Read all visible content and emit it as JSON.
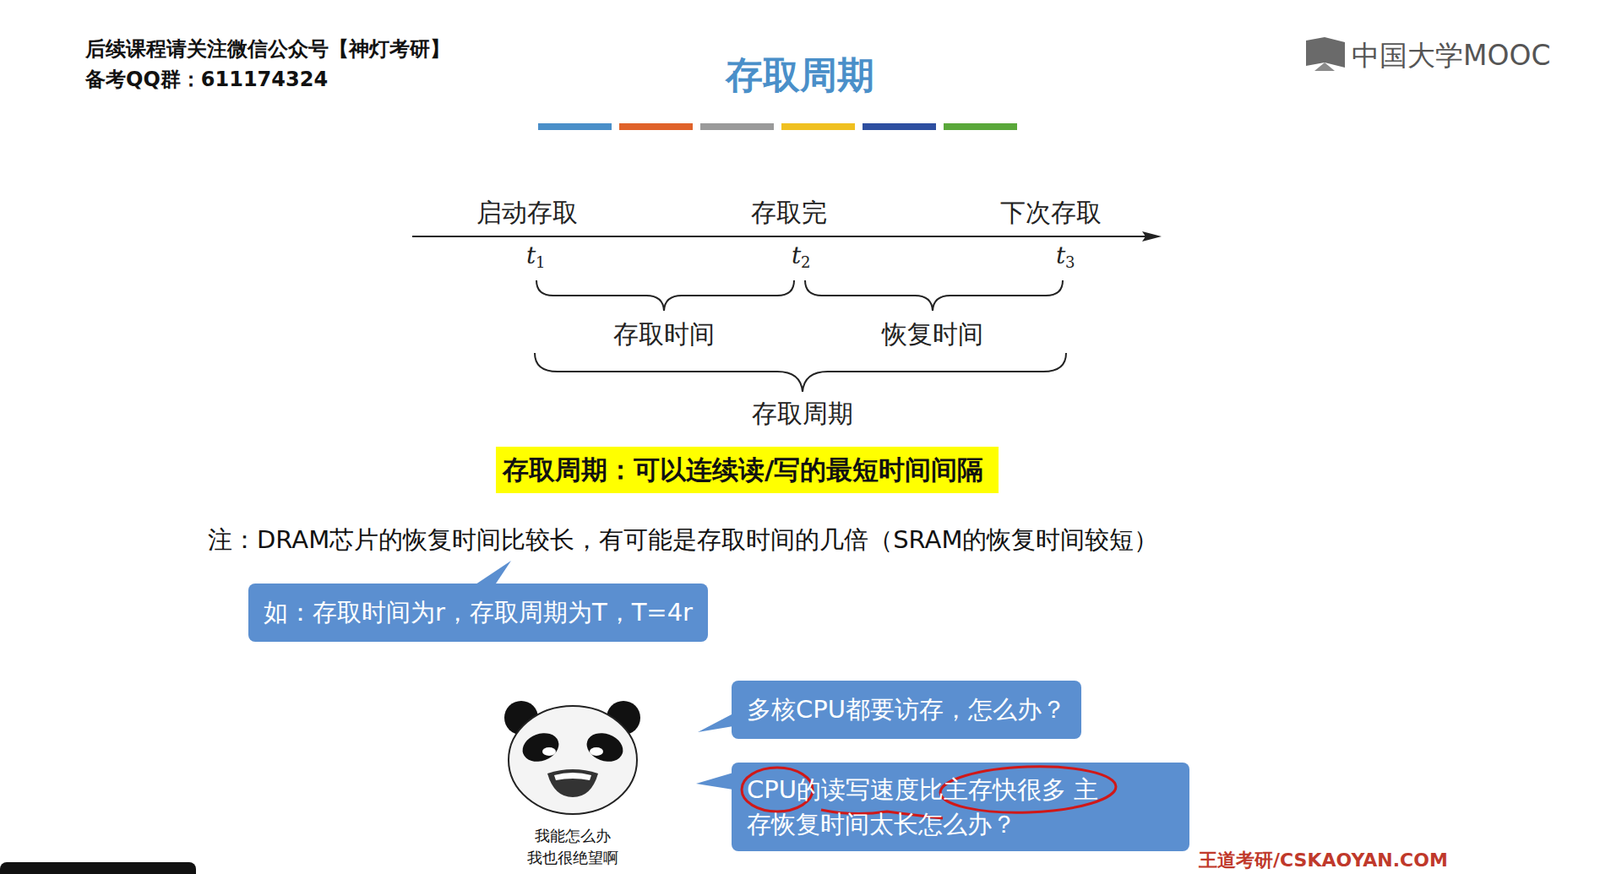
{
  "diagram": {
    "title": "存取周期",
    "nodes": [
      {
        "text": [
          "存取周期：可以连续读/写的最短时间间隔"
        ]
      },
      {
        "text": [
          "如：存取时间为r，存取周期为T，T=4r"
        ]
      },
      {
        "text": [
          "多核CPU都要访存，怎么办？"
        ]
      },
      {
        "text": [
          "CPU的读写速度比主存快很多 主存恢复时间太长怎么办？"
        ]
      }
    ],
    "labels": [
      "后续课程请关注微信公众号【神灯考研】",
      "备考QQ群：611174324",
      "中国大学MOOC",
      "启动存取",
      "存取完",
      "下次存取",
      "t",
      "1",
      "t",
      "2",
      "t",
      "3",
      "存取时间",
      "恢复时间",
      "存取周期",
      "注：DRAM芯片的恢复时间比较长，有可能是存取时间的几倍（SRAM的恢复时间较短）",
      "我能怎么办",
      "我也很绝望啊",
      "王道考研/CSKAOYAN.COM"
    ]
  }
}
